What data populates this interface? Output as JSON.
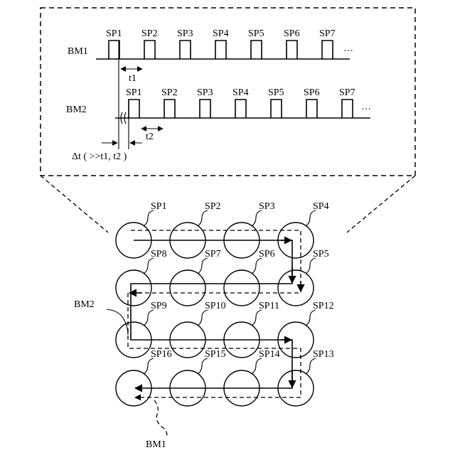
{
  "timing": {
    "bm1_label": "BM1",
    "bm2_label": "BM2",
    "pulses_top": [
      "SP1",
      "SP2",
      "SP3",
      "SP4",
      "SP5",
      "SP6",
      "SP7"
    ],
    "pulses_bottom": [
      "SP1",
      "SP2",
      "SP3",
      "SP4",
      "SP5",
      "SP6",
      "SP7"
    ],
    "ellipsis": "···",
    "t1": "t1",
    "t2": "t2",
    "delta": "Δt ( >>t1, t2 )"
  },
  "grid": {
    "rows": [
      [
        "SP1",
        "SP2",
        "SP3",
        "SP4"
      ],
      [
        "SP8",
        "SP7",
        "SP6",
        "SP5"
      ],
      [
        "SP9",
        "SP10",
        "SP11",
        "SP12"
      ],
      [
        "SP16",
        "SP15",
        "SP14",
        "SP13"
      ]
    ],
    "bm2_label": "BM2",
    "bm1_label": "BM1"
  }
}
